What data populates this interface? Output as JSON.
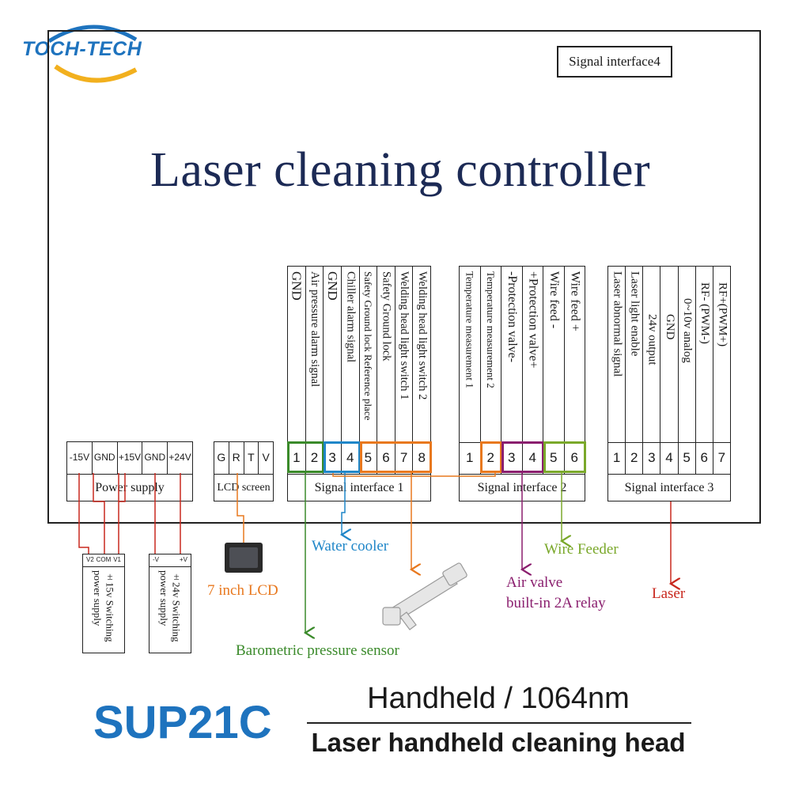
{
  "logo": {
    "text": "TOCH-TECH"
  },
  "controller": {
    "title": "Laser cleaning controller",
    "signal_interface_4": "Signal interface4"
  },
  "power_supply": {
    "label": "Power supply",
    "pins": [
      "-15V",
      "GND",
      "+15V",
      "GND",
      "+24V"
    ]
  },
  "lcd": {
    "label": "LCD screen",
    "pins": [
      "G",
      "R",
      "T",
      "V"
    ]
  },
  "signal_interface_1": {
    "label": "Signal interface 1",
    "pins": [
      "1",
      "2",
      "3",
      "4",
      "5",
      "6",
      "7",
      "8"
    ],
    "signals": [
      "GND",
      "Air pressure alarm signal",
      "GND",
      "Chiller alarm signal",
      "Safety Ground lock Reference place",
      "Safety Ground lock",
      "Welding head light switch 1",
      "Welding head light switch 2"
    ]
  },
  "signal_interface_2": {
    "label": "Signal interface 2",
    "pins": [
      "1",
      "2",
      "3",
      "4",
      "5",
      "6"
    ],
    "signals": [
      "Temperature measurement 1",
      "Temperature measurement 2",
      "-Protection valve-",
      "+Protection valve+",
      "Wire feed -",
      "Wire feed +"
    ]
  },
  "signal_interface_3": {
    "label": "Signal interface 3",
    "pins": [
      "1",
      "2",
      "3",
      "4",
      "5",
      "6",
      "7"
    ],
    "signals": [
      "Laser abnormal signal",
      "Laser light enable",
      "24v output",
      "GND",
      "0~10v analog",
      "RF- (PWM-)",
      "RF+(PWM+)"
    ]
  },
  "psu_15v": {
    "pins": [
      "V2",
      "COM",
      "V1"
    ],
    "text": "±15v Switching power supply"
  },
  "psu_24v": {
    "pins": [
      "-V",
      "+V"
    ],
    "text": "±24v Switching power supply"
  },
  "connections": {
    "water_cooler": "Water cooler",
    "wire_feeder": "Wire Feeder",
    "lcd_7inch": "7 inch LCD",
    "air_valve_1": "Air valve",
    "air_valve_2": "built-in 2A relay",
    "laser": "Laser",
    "barometric": "Barometric pressure sensor"
  },
  "colors": {
    "green": "#3a8a2a",
    "blue": "#1f86c8",
    "orange": "#e8781e",
    "purple": "#8a1e6e",
    "lime": "#7aa82a",
    "red": "#c8281e",
    "navy": "#1c2a55",
    "brand": "#1e73be"
  },
  "bottom": {
    "model": "SUP21C",
    "subtitle": "Handheld / 1064nm",
    "description": "Laser handheld cleaning head"
  }
}
